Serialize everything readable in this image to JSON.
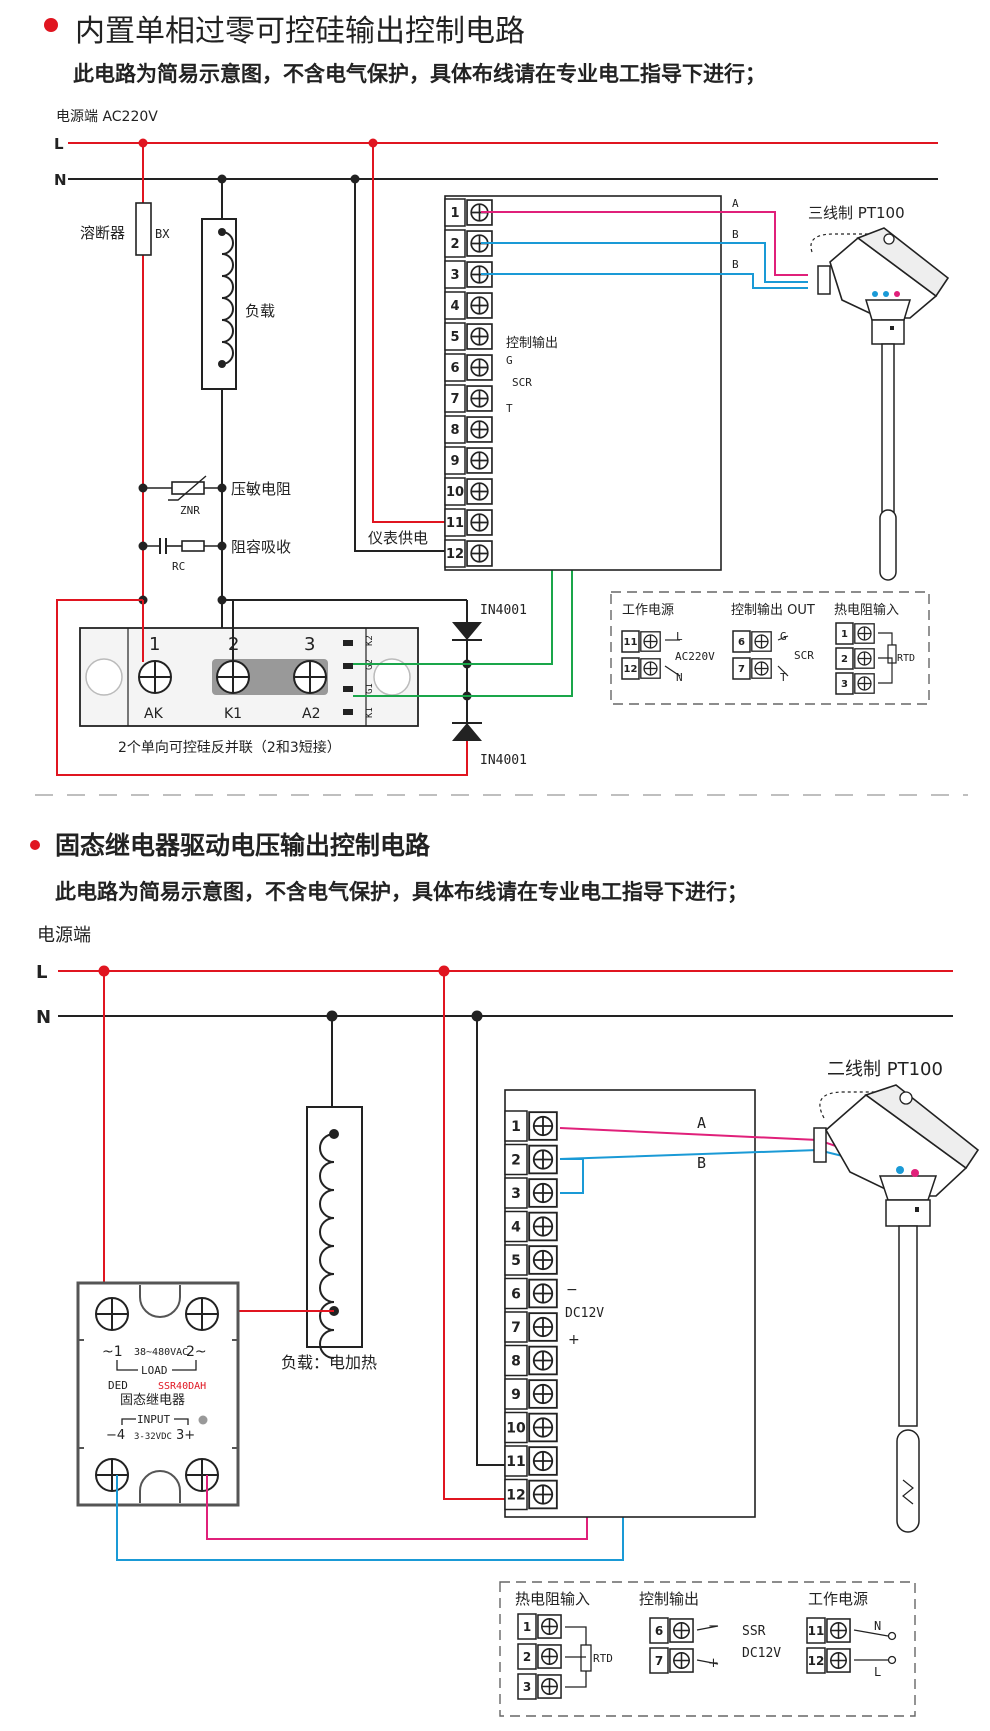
{
  "section1": {
    "title": "内置单相过零可控硅输出控制电路",
    "note": "此电路为简易示意图，不含电气保护，具体布线请在专业电工指导下进行；",
    "power_label": "电源端  AC220V",
    "line_L": "L",
    "line_N": "N",
    "fuse_label": "溶断器",
    "fuse_code": "BX",
    "load_label": "负载",
    "varistor_label": "压敏电阻",
    "varistor_code": "ZNR",
    "snubber_label": "阻容吸收",
    "snubber_code": "RC",
    "diode_label_top": "IN4001",
    "diode_label_bottom": "IN4001",
    "meter_power_label": "仪表供电",
    "control_output_label": "控制输出",
    "ctrl_g": "G",
    "ctrl_scr": "SCR",
    "ctrl_t": "T",
    "wire_a": "A",
    "wire_b1": "B",
    "wire_b2": "B",
    "sensor_label": "三线制 PT100",
    "terminals": [
      "1",
      "2",
      "3",
      "4",
      "5",
      "6",
      "7",
      "8",
      "9",
      "10",
      "11",
      "12"
    ],
    "thyristor": {
      "pins": [
        "1",
        "2",
        "3"
      ],
      "pin_names": [
        "AK",
        "K1",
        "A2"
      ],
      "side_labels": [
        "K2",
        "G2",
        "G1",
        "K1"
      ],
      "caption": "2个单向可控硅反并联（2和3短接）"
    },
    "legend": {
      "power_title": "工作电源",
      "power_pins": [
        "11",
        "12"
      ],
      "power_l": "L",
      "power_n": "N",
      "power_voltage": "AC220V",
      "output_title": "控制输出 OUT",
      "output_pins": [
        "6",
        "7"
      ],
      "output_g": "G",
      "output_t": "T",
      "output_scr": "SCR",
      "rtd_title": "热电阻输入",
      "rtd_pins": [
        "1",
        "2",
        "3"
      ],
      "rtd_label": "RTD"
    }
  },
  "section2": {
    "title": "固态继电器驱动电压输出控制电路",
    "note": "此电路为简易示意图，不含电气保护，具体布线请在专业电工指导下进行；",
    "power_label": "电源端",
    "line_L": "L",
    "line_N": "N",
    "load_label": "负载：电加热",
    "sensor_label": "二线制 PT100",
    "wire_a": "A",
    "wire_b": "B",
    "dc_minus": "−",
    "dc_label": "DC12V",
    "dc_plus": "+",
    "terminals": [
      "1",
      "2",
      "3",
      "4",
      "5",
      "6",
      "7",
      "8",
      "9",
      "10",
      "11",
      "12"
    ],
    "ssr": {
      "ac_left": "~1",
      "ac_range": "38~480VAC",
      "ac_right": "2~",
      "load": "LOAD",
      "brand": "DED",
      "model": "SSR40DAH",
      "name": "固态继电器",
      "input": "INPUT",
      "dc_left": "−4",
      "dc_range": "3-32VDC",
      "dc_right": "3+"
    },
    "legend": {
      "rtd_title": "热电阻输入",
      "rtd_pins": [
        "1",
        "2",
        "3"
      ],
      "rtd_label": "RTD",
      "output_title": "控制输出",
      "output_pins": [
        "6",
        "7"
      ],
      "output_minus": "−",
      "output_plus": "+",
      "output_ssr": "SSR",
      "output_dc": "DC12V",
      "power_title": "工作电源",
      "power_pins": [
        "11",
        "12"
      ],
      "power_n": "N",
      "power_l": "L"
    }
  },
  "colors": {
    "red": "#e01520",
    "magenta": "#e0207a",
    "blue": "#1a9ad6",
    "green": "#1aa64a",
    "dark": "#222222"
  }
}
